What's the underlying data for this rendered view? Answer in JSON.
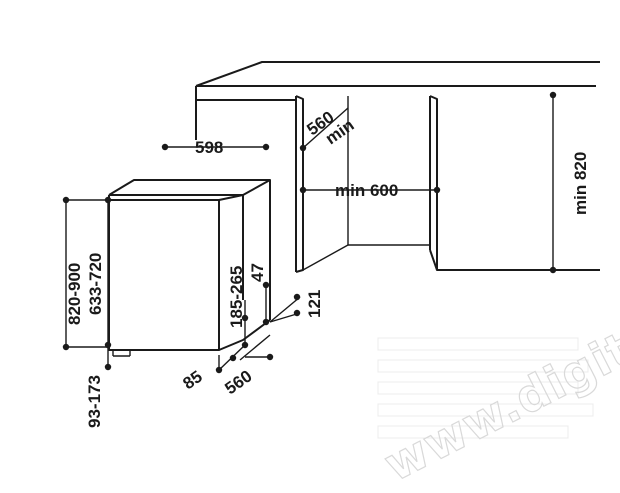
{
  "dimensions": {
    "width_598": "598",
    "niche_depth": "560",
    "niche_depth_min": "min",
    "niche_width": "min 600",
    "niche_height": "min 820",
    "height_range": "820-900",
    "door_height": "633-720",
    "side_185": "185-265",
    "side_47": "47",
    "side_121": "121",
    "base_85": "85",
    "base_560": "560",
    "foot_height": "93-173"
  },
  "watermark": {
    "text": "www.digitalko.hu"
  },
  "colors": {
    "line": "#1a1a1a",
    "watermark": "#d9d9d9"
  }
}
